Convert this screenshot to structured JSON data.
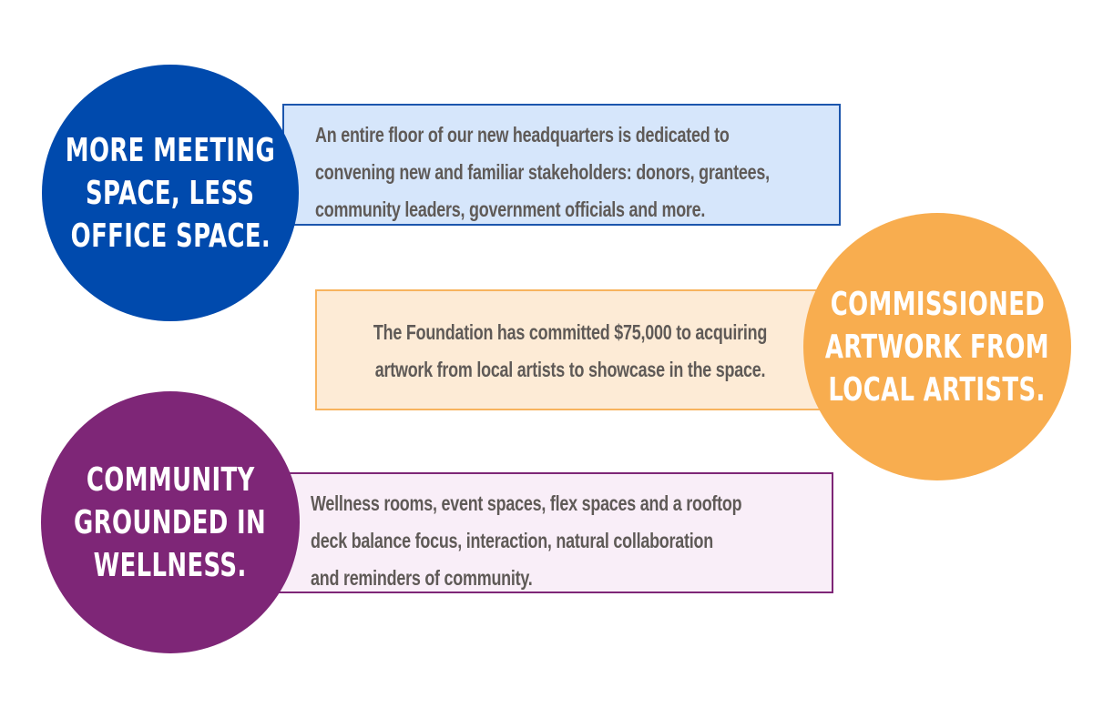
{
  "colors": {
    "blue": "#004aad",
    "orange": "#f8ad4f",
    "purple": "#7e2677",
    "text": "#5f5a57"
  },
  "items": [
    {
      "title_lines": [
        "More meeting",
        "space, less",
        "office space."
      ],
      "body_lines": [
        "An entire floor of our new headquarters is dedicated to",
        "convening new and familiar stakeholders: donors, grantees,",
        "community leaders, government officials and more."
      ]
    },
    {
      "title_lines": [
        "Commissioned",
        "artwork from",
        "local artists."
      ],
      "body_lines": [
        "The Foundation has committed $75,000 to acquiring",
        "artwork from local artists to showcase in the space."
      ]
    },
    {
      "title_lines": [
        "Community",
        "grounded in",
        "wellness."
      ],
      "body_lines": [
        "Wellness rooms, event spaces, flex spaces and a rooftop",
        "deck balance focus, interaction, natural collaboration",
        "and reminders of community."
      ]
    }
  ]
}
